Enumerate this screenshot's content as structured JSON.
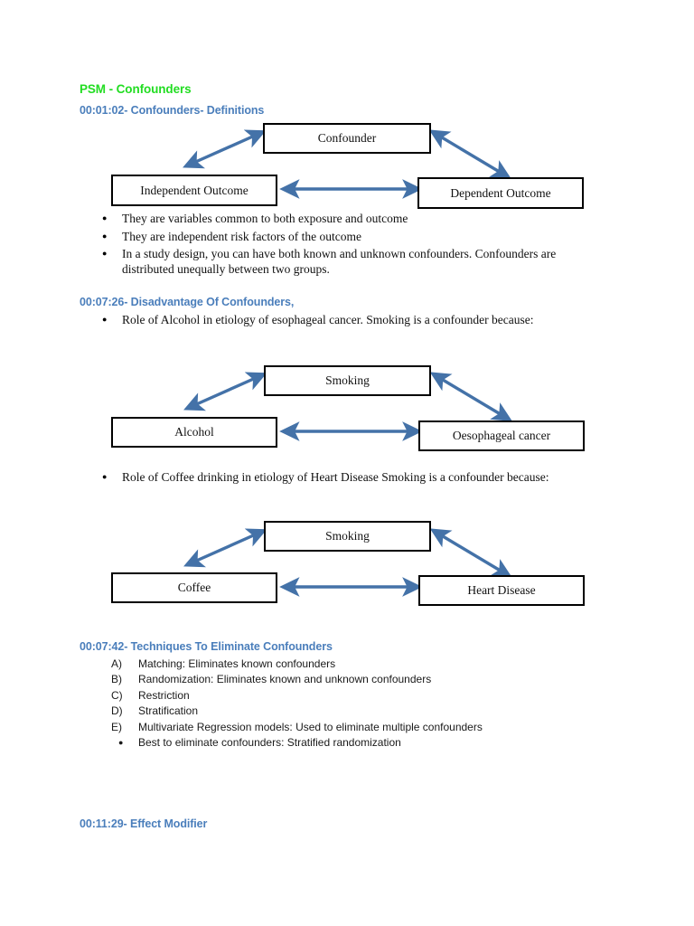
{
  "document": {
    "title": "PSM - Confounders",
    "title_color": "#22DD22",
    "heading_color": "#4A7EBB",
    "arrow_color": "#4472A8"
  },
  "sections": [
    {
      "heading": "00:01:02- Confounders- Definitions",
      "diagram": {
        "type": "confounder-triangle",
        "top": "Confounder",
        "left": "Independent Outcome",
        "right": "Dependent Outcome"
      },
      "bullets": [
        "They are variables common to both exposure and outcome",
        "They are independent risk factors of the outcome",
        "In a study design, you can have both known and unknown confounders. Confounders are",
        "distributed unequally between two groups."
      ]
    },
    {
      "heading": "00:07:26- Disadvantage Of Confounders,",
      "bullets": [
        "Role of Alcohol in etiology of esophageal cancer. Smoking is a confounder because:"
      ],
      "diagram": {
        "type": "confounder-triangle",
        "top": "Smoking",
        "left": "Alcohol",
        "right": "Oesophageal cancer"
      },
      "bullets2": [
        "Role of Coffee drinking in etiology of Heart Disease Smoking is a confounder because:"
      ],
      "diagram2": {
        "type": "confounder-triangle",
        "top": "Smoking",
        "left": "Coffee",
        "right": "Heart Disease"
      }
    },
    {
      "heading": "00:07:42- Techniques To Eliminate Confounders",
      "items": [
        {
          "marker": "A)",
          "text": "Matching: Eliminates known confounders"
        },
        {
          "marker": "B)",
          "text": "Randomization: Eliminates known and unknown confounders"
        },
        {
          "marker": "C)",
          "text": "Restriction"
        },
        {
          "marker": "D)",
          "text": "Stratification"
        },
        {
          "marker": "E)",
          "text": "Multivariate Regression models: Used to eliminate multiple confounders"
        },
        {
          "marker": "●",
          "text": "Best to eliminate confounders: Stratified randomization"
        }
      ]
    },
    {
      "heading": "00:11:29- Effect Modifier"
    }
  ]
}
